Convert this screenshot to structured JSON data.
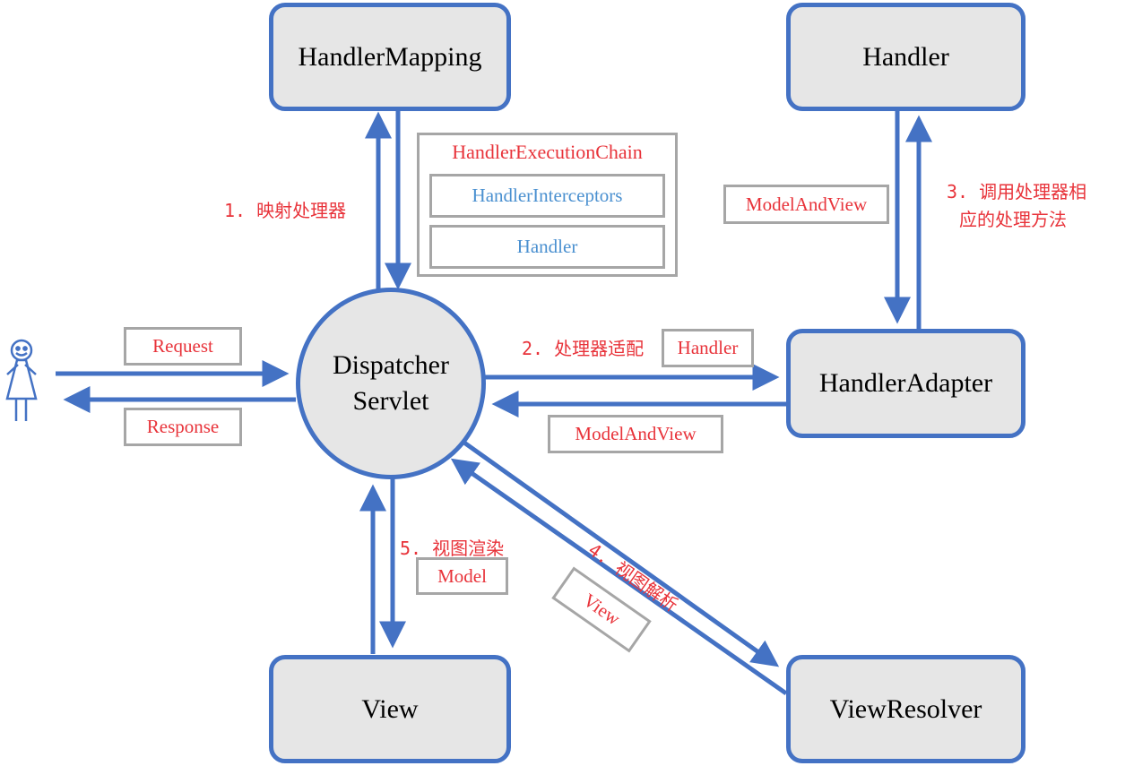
{
  "components": {
    "handler_mapping": "HandlerMapping",
    "handler": "Handler",
    "dispatcher_line1": "Dispatcher",
    "dispatcher_line2": "Servlet",
    "handler_adapter": "HandlerAdapter",
    "view": "View",
    "view_resolver": "ViewResolver"
  },
  "steps": {
    "step1": "1. 映射处理器",
    "step2": "2. 处理器适配",
    "step3_line1": "3. 调用处理器相",
    "step3_line2": "应的处理方法",
    "step4": "4. 视图解析",
    "step5": "5. 视图渲染"
  },
  "labels": {
    "request": "Request",
    "response": "Response",
    "chain_title": "HandlerExecutionChain",
    "chain_interceptors": "HandlerInterceptors",
    "chain_handler": "Handler",
    "adapter_handler": "Handler",
    "adapter_model_and_view": "ModelAndView",
    "handler_model_and_view": "ModelAndView",
    "model": "Model",
    "view": "View"
  },
  "colors": {
    "arrow": "#4472c4",
    "box_fill": "#e6e6e6",
    "label_text": "#e8333a",
    "chain_item_text": "#4a90d0",
    "label_border": "#a6a6a6"
  }
}
